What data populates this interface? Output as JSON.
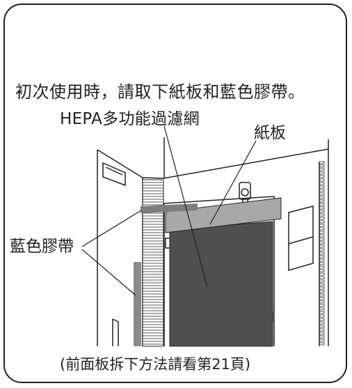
{
  "labels": {
    "instruction": "初次使用時，請取下紙板和藍色膠帶。",
    "hepa_filter": "HEPA多功能過濾網",
    "paper_board": "紙板",
    "blue_tape": "藍色膠帶",
    "footnote": "(前面板拆下方法請看第21頁)"
  },
  "colors": {
    "outline": "#231f20",
    "filter_dark": "#505050",
    "board_gray": "#a8a8a8",
    "tape_gray": "#8a8a8a"
  }
}
